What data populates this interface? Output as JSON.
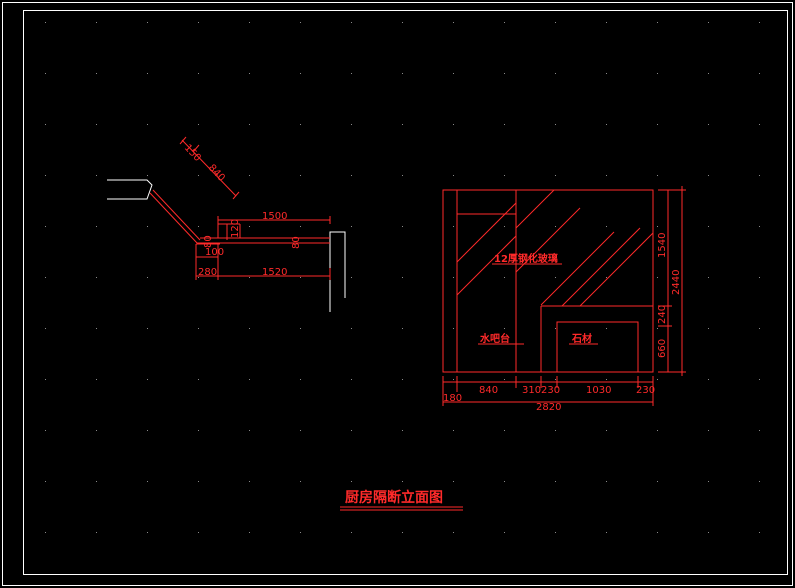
{
  "title": "厨房隔断立面图",
  "colors": {
    "background": "#000000",
    "frame": "#ffffff",
    "drawing": "#ff2a2a",
    "grid_dot": "#8a8a8a"
  },
  "plan_dims": {
    "d150": "150",
    "d840": "840",
    "d1500": "1500",
    "d120": "120",
    "d80": "80",
    "d100": "100",
    "d280": "280",
    "d1520": "1520"
  },
  "elevation_labels": {
    "glass": "12厚钢化玻璃",
    "water_bar": "水吧台",
    "stone": "石材"
  },
  "elevation_dims": {
    "bottom": [
      "840",
      "310",
      "230",
      "1030",
      "230"
    ],
    "left_offset": "180",
    "total_width": "2820",
    "right_upper": "1540",
    "right_mid": "240",
    "right_lower": "660",
    "total_height": "2440"
  }
}
